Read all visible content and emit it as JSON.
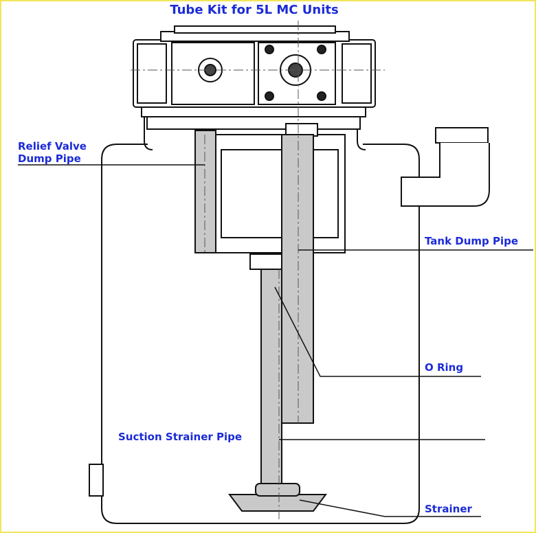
{
  "title": "Tube Kit for 5L MC Units",
  "labels": {
    "relief_valve_line1": "Relief Valve",
    "relief_valve_line2": "Dump Pipe",
    "tank_dump_pipe": "Tank Dump Pipe",
    "o_ring": "O Ring",
    "suction_strainer_pipe": "Suction Strainer Pipe",
    "strainer": "Strainer"
  },
  "colors": {
    "label": "#1b2bd6",
    "line": "#111111",
    "pipe_fill": "#c9c9c9",
    "frame": "#f2e55a"
  }
}
